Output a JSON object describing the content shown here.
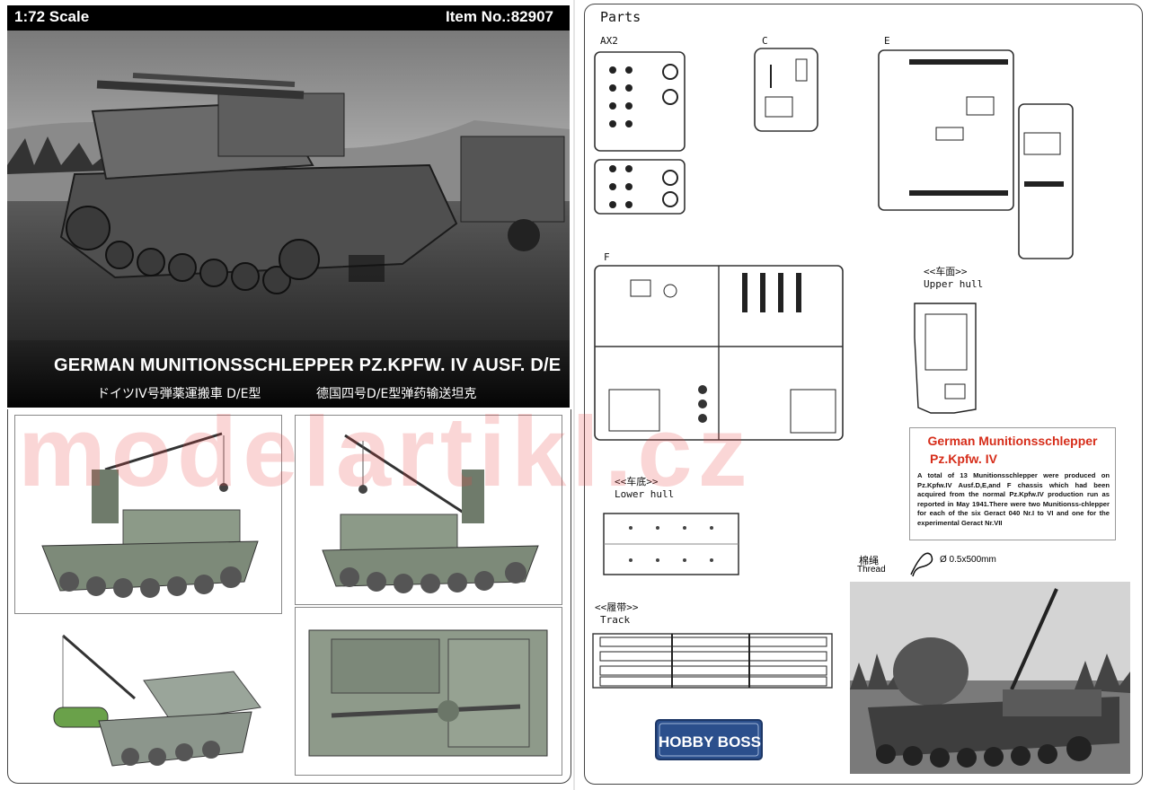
{
  "left_page": {
    "scale": "1:72 Scale",
    "item_no": "Item No.:82907",
    "title_en": "GERMAN  MUNITIONSSCHLEPPER PZ.KPFW. IV AUSF. D/E",
    "title_jp": "ドイツIV号弾薬運搬車 D/E型",
    "title_cn": "德国四号D/E型弹药输送坦克"
  },
  "right_page": {
    "parts_label": "Parts",
    "sprues": [
      "AX2",
      "C",
      "E",
      "F"
    ],
    "upper_hull": {
      "cn": "<<车面>>",
      "en": "Upper hull"
    },
    "lower_hull": {
      "cn": "<<车底>>",
      "en": "Lower hull"
    },
    "track": {
      "cn": "<<履带>>",
      "en": "Track"
    },
    "info": {
      "title_line1": "German  Munitionsschlepper",
      "title_line2": "Pz.Kpfw. IV",
      "body": "A total of 13 Munitionsschlepper were produced on Pz.Kpfw.IV Ausf.D,E,and F chassis which had been acquired from the normal Pz.Kpfw.IV production run as reported in May 1941.There were two Munitionss-chlepper for each of the six Geract 040 Nr.I to VI and one for the experimental Geract Nr.VII"
    },
    "thread": {
      "cn": "棉绳",
      "en": "Thread",
      "dim": "Ø 0.5x500mm"
    },
    "logo_text": "HOBBY BOSS"
  },
  "watermark": "modelartikl.cz",
  "colors": {
    "accent_red": "#d62d1a",
    "logo_blue": "#2b4f8c"
  }
}
